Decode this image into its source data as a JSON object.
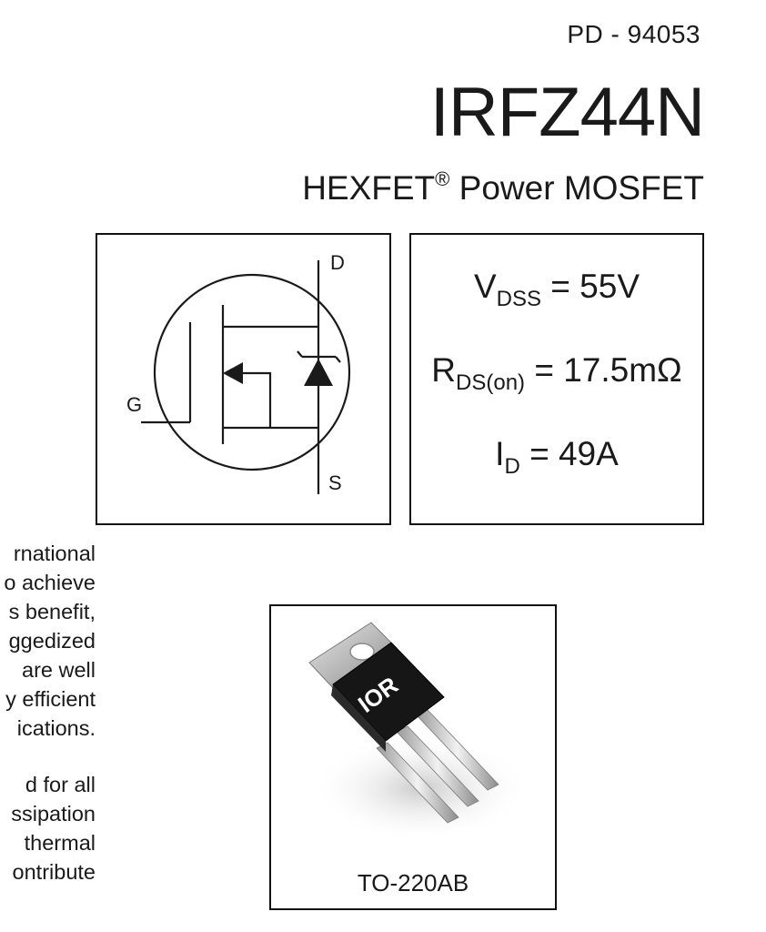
{
  "header": {
    "doc_number": "PD - 94053",
    "part_number": "IRFZ44N",
    "subtitle_main": "HEXFET",
    "subtitle_reg": "®",
    "subtitle_rest": " Power MOSFET"
  },
  "symbol": {
    "drain_label": "D",
    "gate_label": "G",
    "source_label": "S"
  },
  "specs": {
    "vdss": {
      "symbol": "V",
      "sub": "DSS",
      "value": " = 55V"
    },
    "rds": {
      "symbol": "R",
      "sub": "DS(on)",
      "value": " = 17.5mΩ"
    },
    "id": {
      "symbol": "I",
      "sub": "D",
      "value": " = 49A"
    }
  },
  "description": {
    "lines": [
      "rnational",
      "o achieve",
      "s benefit,",
      "ggedized",
      " are  well",
      "y efficient",
      "ications."
    ],
    "lines2": [
      "d  for  all",
      "ssipation",
      " thermal",
      "ontribute"
    ]
  },
  "package": {
    "logo_text": "IOR",
    "label": "TO-220AB"
  },
  "colors": {
    "text": "#1a1a1a",
    "border": "#111111"
  }
}
